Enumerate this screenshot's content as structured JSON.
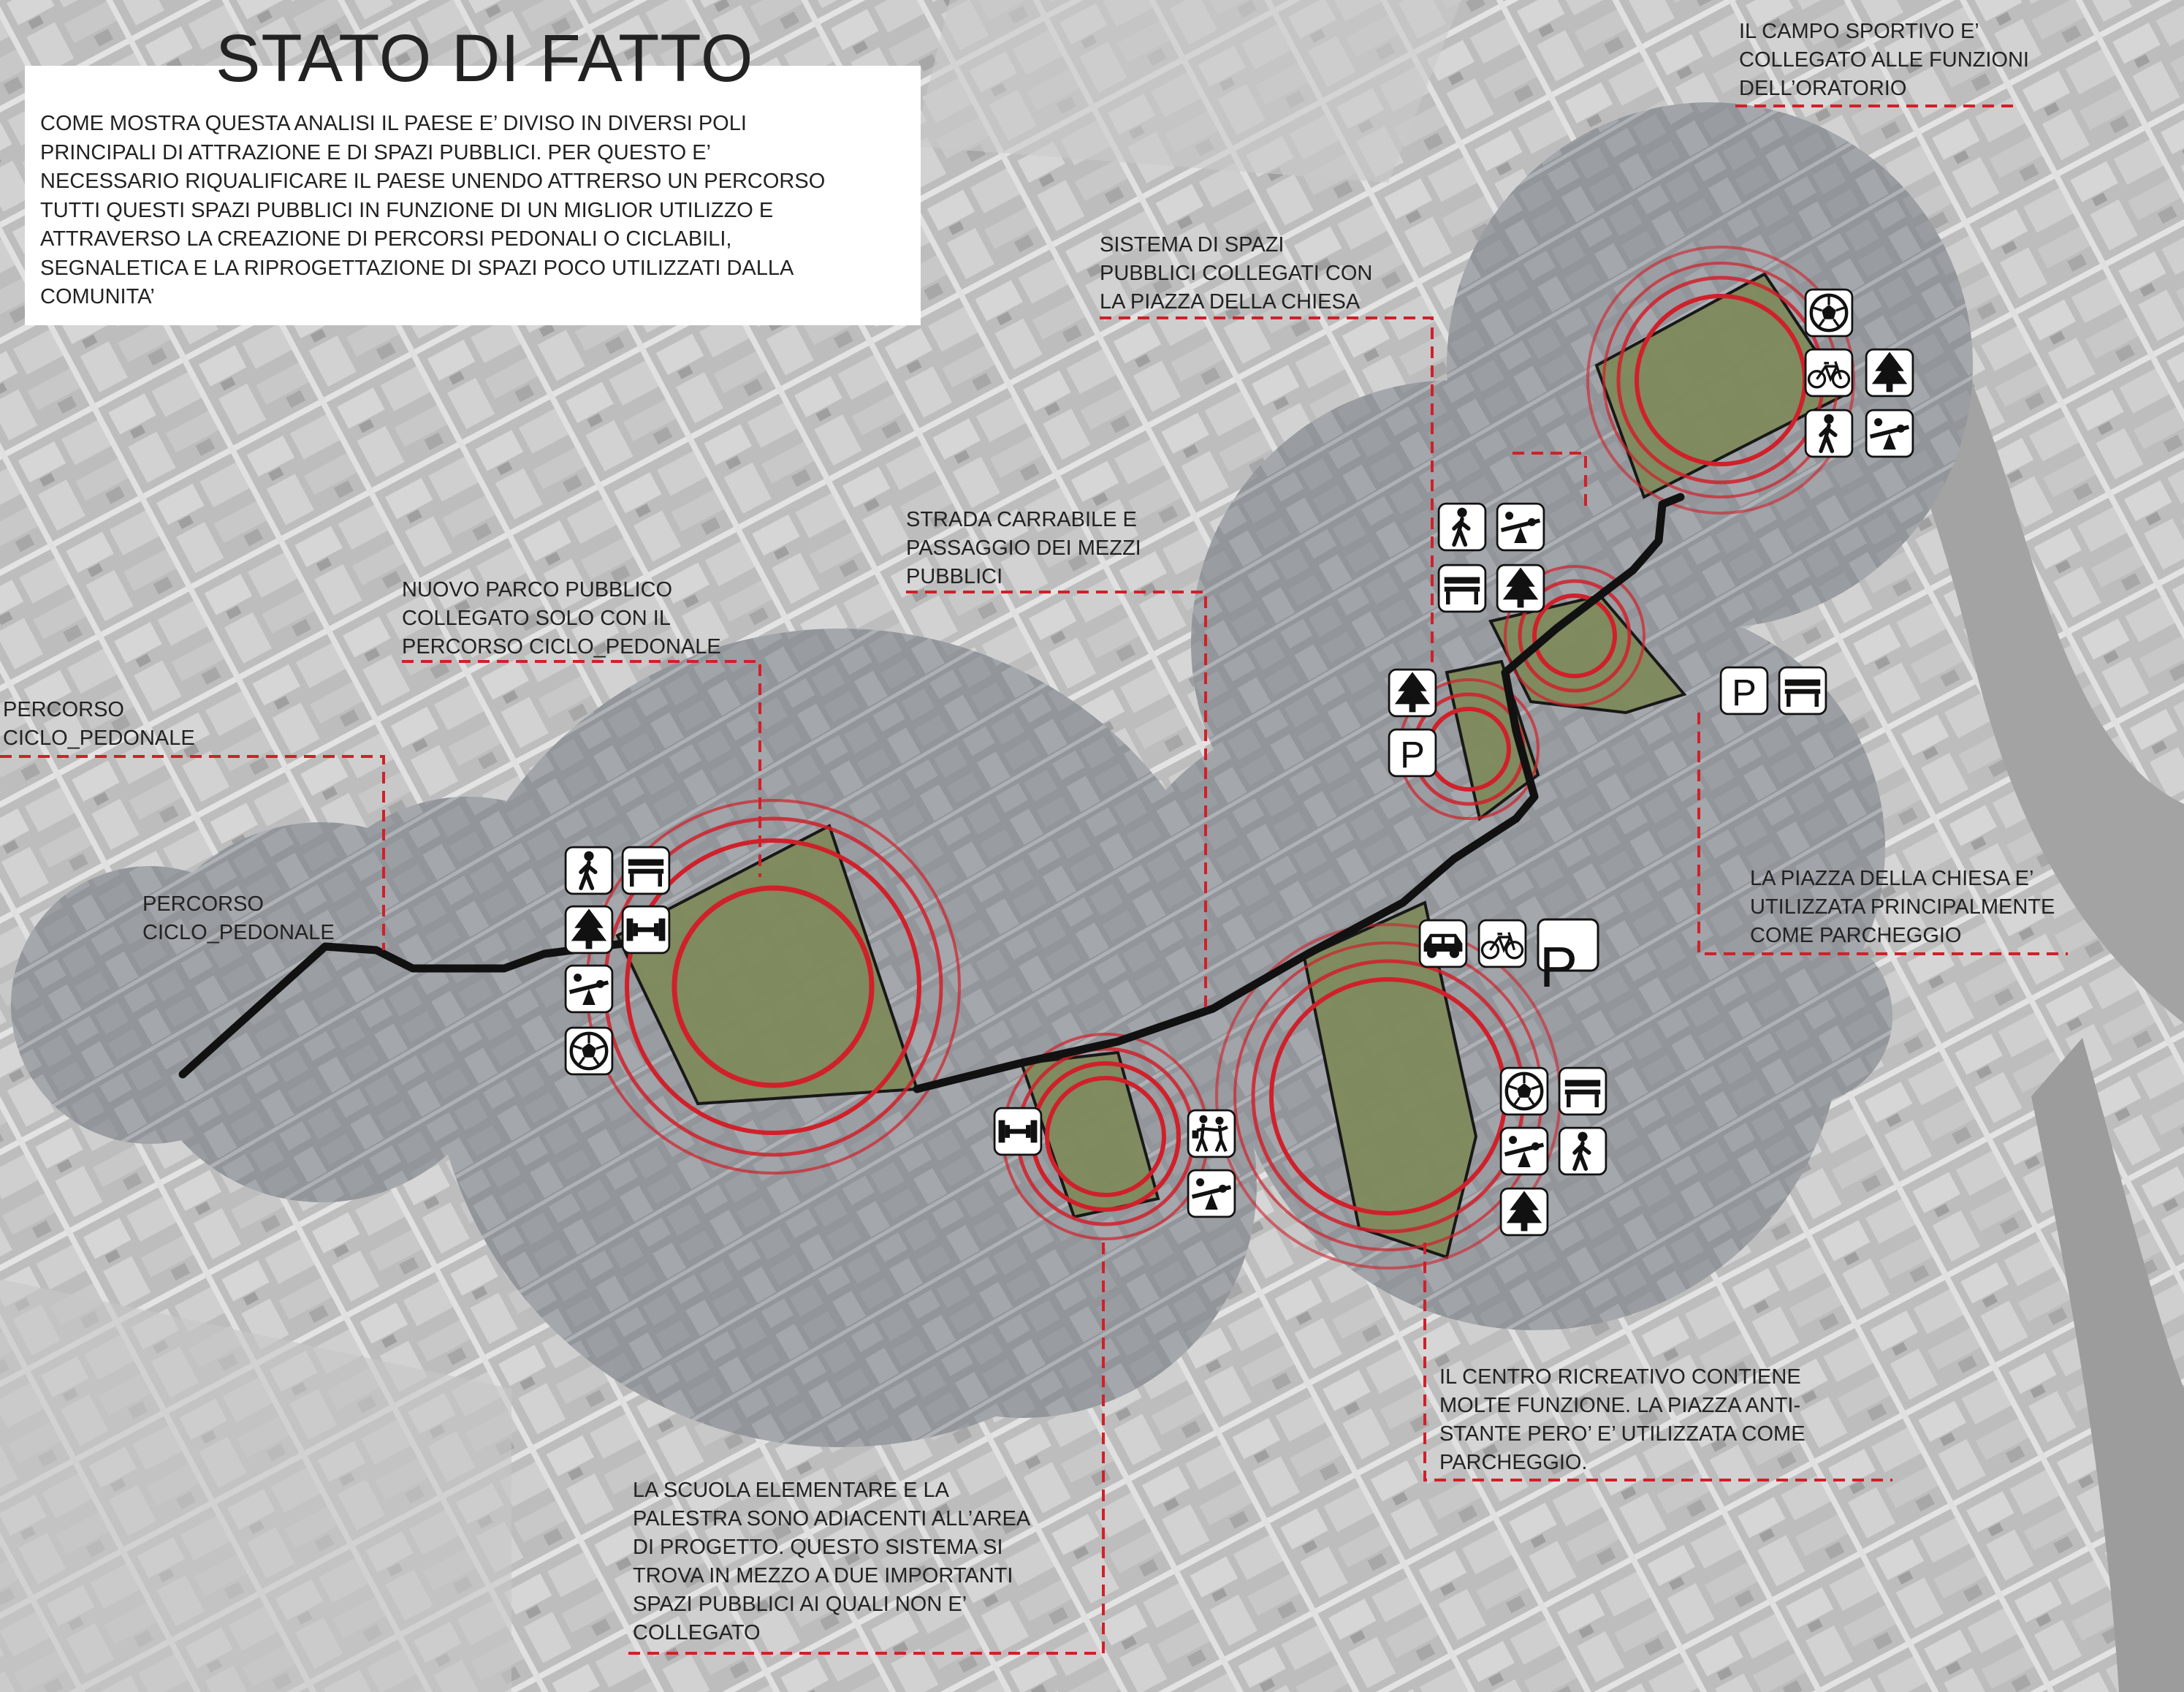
{
  "title": "STATO DI FATTO",
  "intro_lines": [
    "COME MOSTRA QUESTA ANALISI IL PAESE E’ DIVISO IN DIVERSI POLI",
    "PRINCIPALI DI ATTRAZIONE E DI SPAZI PUBBLICI. PER QUESTO E’",
    "NECESSARIO RIQUALIFICARE IL PAESE UNENDO ATTRERSO UN PERCORSO",
    "TUTTI QUESTI SPAZI PUBBLICI IN FUNZIONE DI UN MIGLIOR UTILIZZO E",
    "ATTRAVERSO LA CREAZIONE DI PERCORSI PEDONALI O CICLABILI,",
    "SEGNALETICA E LA RIPROGETTAZIONE DI SPAZI POCO UTILIZZATI DALLA",
    "COMUNITA’"
  ],
  "annotations": {
    "campo_sportivo": [
      "IL CAMPO SPORTIVO E’",
      "COLLEGATO ALLE FUNZIONI",
      "DELL’ORATORIO"
    ],
    "spazi_chiesa": [
      "SISTEMA DI SPAZI",
      "PUBBLICI COLLEGATI CON",
      "LA PIAZZA DELLA CHIESA"
    ],
    "strada": [
      "STRADA CARRABILE E",
      "PASSAGGIO DEI MEZZI",
      "PUBBLICI"
    ],
    "parco": [
      "NUOVO PARCO PUBBLICO",
      "COLLEGATO SOLO CON IL",
      "PERCORSO CICLO_PEDONALE"
    ],
    "percorso_top": [
      "PERCORSO",
      "CICLO_PEDONALE"
    ],
    "percorso_map": [
      "PERCORSO",
      "CICLO_PEDONALE"
    ],
    "piazza_chiesa": [
      "LA PIAZZA DELLA CHIESA E’",
      "UTILIZZATA PRINCIPALMENTE",
      "COME PARCHEGGIO"
    ],
    "centro": [
      "IL CENTRO RICREATIVO CONTIENE",
      "MOLTE FUNZIONE. LA PIAZZA ANTI-",
      "STANTE PERO’ E’ UTILIZZATA COME",
      "PARCHEGGIO."
    ],
    "scuola": [
      "LA SCUOLA ELEMENTARE E LA",
      "PALESTRA SONO ADIACENTI ALL’AREA",
      "DI PROGETTO. QUESTO SISTEMA SI",
      "TROVA IN MEZZO A DUE IMPORTANTI",
      "SPAZI PUBBLICI AI QUALI NON E’",
      "COLLEGATO"
    ]
  },
  "parking_letter": "P",
  "colors": {
    "accent_red": "#d0202a",
    "path_black": "#111111",
    "site_green": "#7f8a5c",
    "bubble": "#a6a9ae",
    "map_bg": "#b9b9b9"
  },
  "icons": {
    "walk": "pedestrian-icon",
    "bench": "bench-icon",
    "tree": "tree-icon",
    "gym": "dumbbell-icon",
    "seesaw": "playground-seesaw-icon",
    "ball": "soccer-ball-icon",
    "bike": "bicycle-icon",
    "car": "car-icon",
    "parking": "parking-icon",
    "children": "children-icon"
  }
}
